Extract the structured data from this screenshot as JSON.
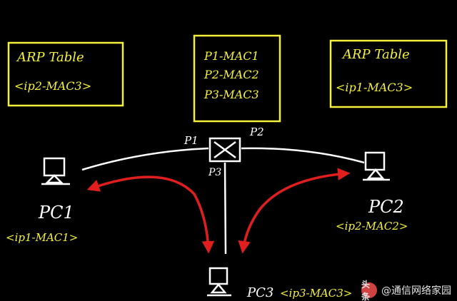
{
  "left_table": {
    "title": "ARP Table",
    "entry": "<ip2-MAC3>"
  },
  "right_table": {
    "title": "ARP Table",
    "entry": "<ip1-MAC3>"
  },
  "switch_table": {
    "entries": [
      "P1-MAC1",
      "P2-MAC2",
      "P3-MAC3"
    ]
  },
  "ports": {
    "p1": "P1",
    "p2": "P2",
    "p3": "P3"
  },
  "pc1": {
    "label": "PC1",
    "addr": "<ip1-MAC1>"
  },
  "pc2": {
    "label": "PC2",
    "addr": "<ip2-MAC2>"
  },
  "pc3": {
    "label": "PC3",
    "addr": "<ip3-MAC3>"
  },
  "watermark": {
    "logo": "头条",
    "text": "@通信网络家园"
  },
  "colors": {
    "background": "#000000",
    "handwriting": "#f5f13a",
    "links": "#ffffff",
    "arrows": "#e01e1e"
  }
}
